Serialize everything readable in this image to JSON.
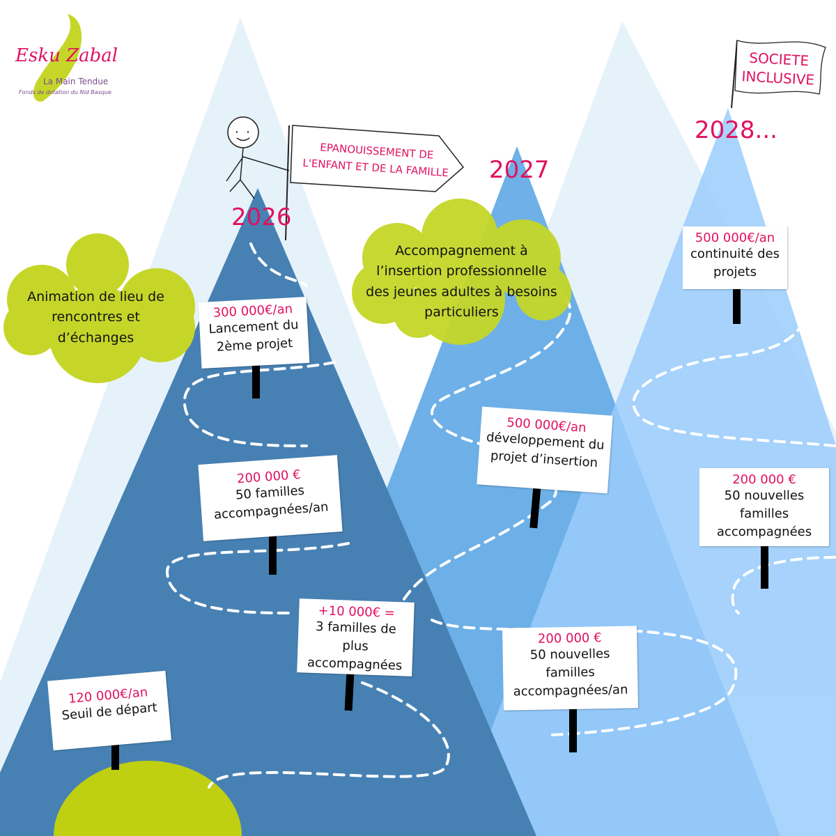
{
  "logo": {
    "name": "Esku Zabal",
    "tagline": "La Main Tendue",
    "subtitle": "Fonds de dotation du Nid Basque"
  },
  "colors": {
    "pink": "#e0115f",
    "green": "#c5d629",
    "dark_blue": "#4781b4",
    "mid_blue": "#66ace6",
    "light_blue": "#9acdfb",
    "pale": "#e6f2fa"
  },
  "years": {
    "y2026": "2026",
    "y2027": "2027",
    "y2028": "2028..."
  },
  "flags": {
    "arrow": "EPANOUISSEMENT DE L'ENFANT ET DE LA FAMILLE",
    "top": "SOCIETE INCLUSIVE"
  },
  "clouds": {
    "left": "Animation de lieu de rencontres et d’échanges",
    "middle": "Accompagnement à l’insertion professionnelle des jeunes adultes à besoins particuliers"
  },
  "signs": [
    {
      "amount": "120 000€/an",
      "text": "Seuil de départ"
    },
    {
      "amount": "+10 000€ =",
      "text": "3 familles de plus accompagnées"
    },
    {
      "amount": "200 000 €",
      "text": "50 familles accompagnées/an"
    },
    {
      "amount": "300 000€/an",
      "text": "Lancement du 2ème projet"
    },
    {
      "amount": "200 000 €",
      "text": "50 nouvelles familles accompagnées/an"
    },
    {
      "amount": "500 000€/an",
      "text": "développement du projet d’insertion"
    },
    {
      "amount": "200 000 €",
      "text": "50 nouvelles familles accompagnées"
    },
    {
      "amount": "500 000€/an",
      "text": "continuité des projets"
    }
  ]
}
